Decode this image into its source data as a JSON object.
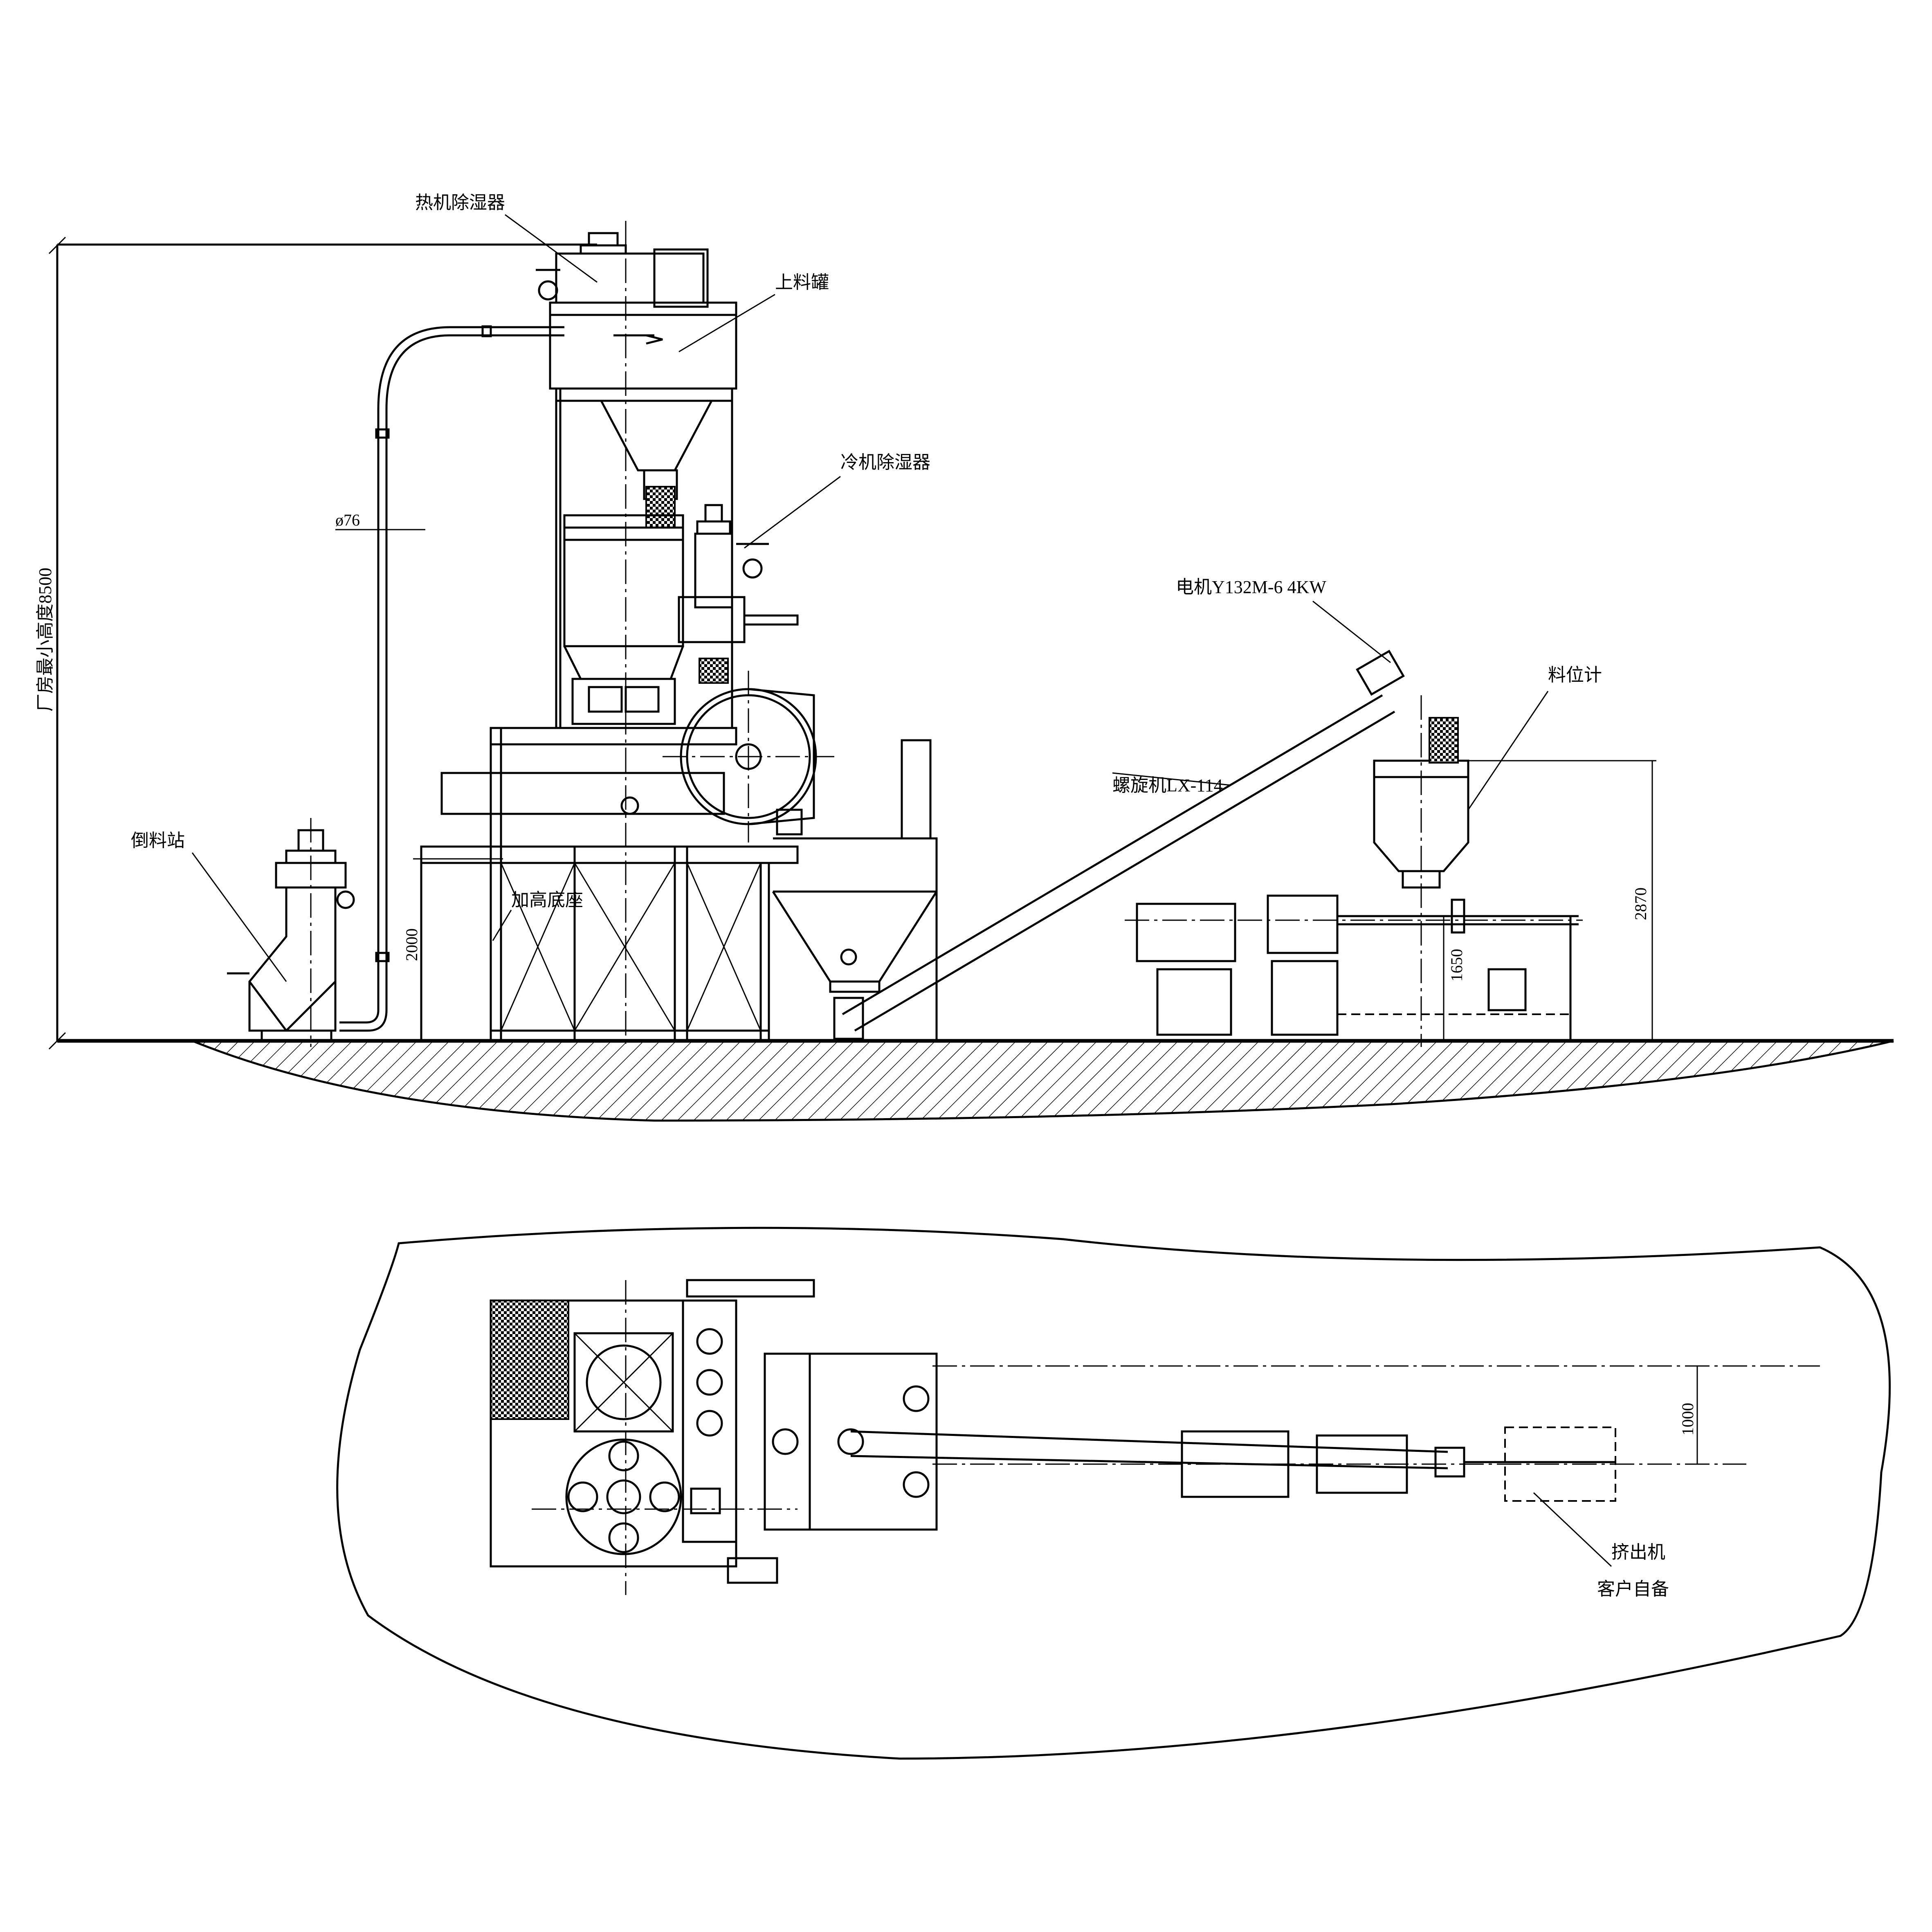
{
  "labels": {
    "thermal_dehumidifier": "热机除湿器",
    "feed_tank": "上料罐",
    "cold_dehumidifier": "冷机除湿器",
    "motor": "电机Y132M-6  4KW",
    "level_gauge": "料位计",
    "screw_conveyor": "螺旋机LX-114",
    "raised_base": "加高底座",
    "dumping_station": "倒料站",
    "extruder": "挤出机",
    "customer_supplied": "客户自备"
  },
  "dimensions": {
    "pipe_diameter": "ø76",
    "workshop_min_height": "厂房最小高度8500",
    "height_2000": "2000",
    "height_1650": "1650",
    "height_2870": "2870",
    "offset_1000": "1000"
  }
}
